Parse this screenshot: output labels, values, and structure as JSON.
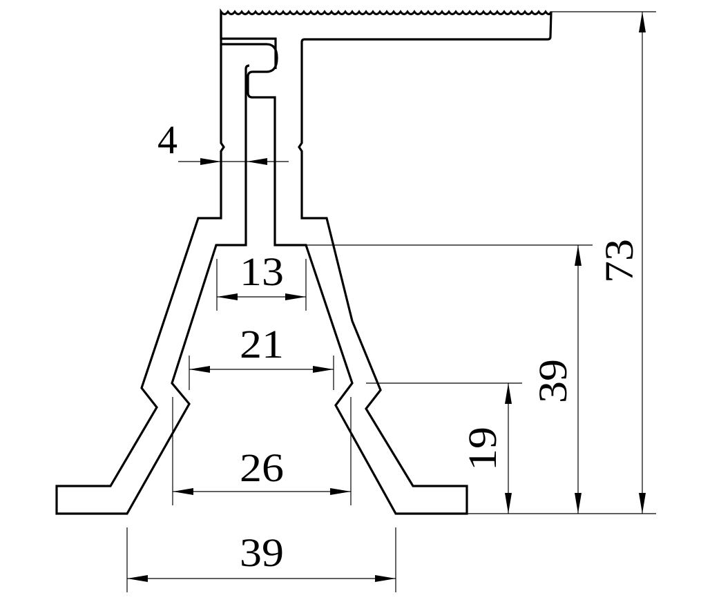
{
  "drawing": {
    "type": "aluminum-profile-cross-section",
    "units": "mm",
    "line_color": "#000000",
    "background": "#ffffff"
  },
  "dimensions": {
    "wall_thickness": "4",
    "inner_top_width": "13",
    "inner_mid_width": "21",
    "inner_bottom_width": "26",
    "base_width": "39",
    "notch_height": "19",
    "body_height": "39",
    "total_height": "73"
  }
}
